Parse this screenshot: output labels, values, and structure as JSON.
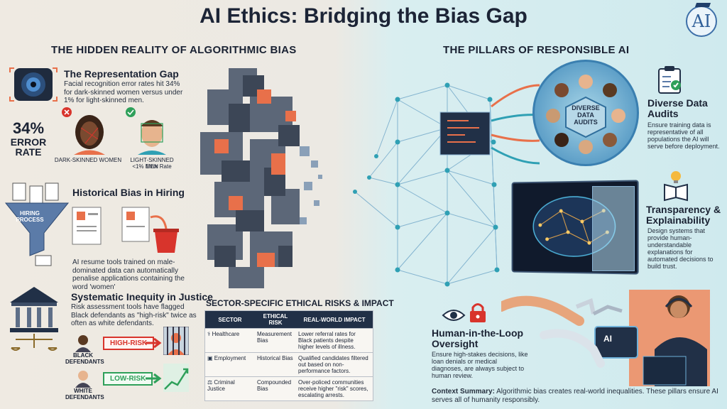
{
  "title": "AI Ethics: Bridging the Bias Gap",
  "logo_text": "AI",
  "left": {
    "heading": "THE HIDDEN REALITY OF ALGORITHMIC BIAS",
    "representation": {
      "title": "The Representation Gap",
      "text": "Facial recognition error rates hit 34% for dark-skinned women versus under 1% for light-skinned men.",
      "stat_value": "34%",
      "stat_label": "ERROR RATE",
      "label_dark": "DARK-SKINNED WOMEN",
      "label_light": "LIGHT-SKINNED MEN",
      "label_light_sub": "<1% Error Rate"
    },
    "hiring": {
      "title": "Historical Bias in Hiring",
      "funnel_label": "HIRING PROCESS",
      "text": "AI resume tools trained on male-dominated data can automatically penalise applications containing the word 'women'"
    },
    "justice": {
      "title": "Systematic Inequity in Justice",
      "text": "Risk assessment tools have flagged Black defendants as \"high-risk\" twice as often as white defendants.",
      "label_black": "BLACK DEFENDANTS",
      "tag_high": "HIGH-RISK",
      "label_white": "WHITE DEFENDANTS",
      "tag_low": "LOW-RISK"
    }
  },
  "table": {
    "title": "SECTOR-SPECIFIC ETHICAL RISKS & IMPACT",
    "headers": [
      "SECTOR",
      "ETHICAL RISK",
      "REAL-WORLD IMPACT"
    ],
    "rows": [
      {
        "sector": "Healthcare",
        "risk": "Measurement Bias",
        "impact": "Lower referral rates for Black patients despite higher levels of illness."
      },
      {
        "sector": "Employment",
        "risk": "Historical Bias",
        "impact": "Qualified candidates filtered out based on non-performance factors."
      },
      {
        "sector": "Criminal Justice",
        "risk": "Compounded Bias",
        "impact": "Over-policed communities receive higher \"risk\" scores, escalating arrests."
      }
    ]
  },
  "right": {
    "heading": "THE PILLARS OF RESPONSIBLE AI",
    "circle_label": "DIVERSE DATA AUDITS",
    "audits": {
      "title": "Diverse Data Audits",
      "text": "Ensure training data is representative of all populations the AI will serve before deployment."
    },
    "transparency": {
      "title": "Transparency & Explainability",
      "text": "Design systems that provide human-understandable explanations for automated decisions to build trust."
    },
    "oversight": {
      "title": "Human-in-the-Loop Oversight",
      "text": "Ensure high-stakes decisions, like loan denials or medical diagnoses, are always subject to human review."
    },
    "screen_label": "AI",
    "context_label": "Context Summary:",
    "context_text": " Algorithmic bias creates real-world inequalities. These pillars ensure AI serves all of humanity responsibly."
  },
  "colors": {
    "accent_orange": "#e8704a",
    "teal": "#2fa0b4",
    "navy": "#213047",
    "danger": "#d8342c",
    "success": "#2fa05a"
  }
}
